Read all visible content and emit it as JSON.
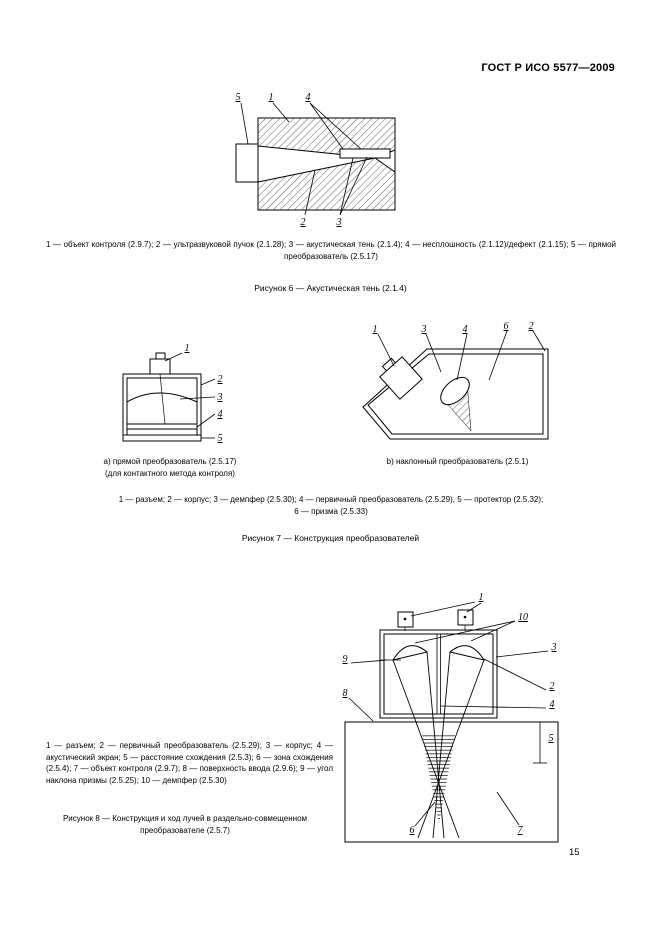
{
  "header": {
    "doc_number": "ГОСТ Р ИСО 5577—2009"
  },
  "figure6": {
    "pos": {
      "p1": "1",
      "p2": "2",
      "p3": "3",
      "p4": "4",
      "p5": "5"
    },
    "legend": "1 — объект контроля (2.9.7); 2 — ультразвуковой пучок (2.1.28); 3 — акустическая тень (2.1.4); 4 — несплошность (2.1.12)/дефект (2.1.15); 5 — прямой преобразователь (2.5.17)",
    "title": "Рисунок 6 — Акустическая тень (2.1.4)"
  },
  "figure7": {
    "pos_a": {
      "p1": "1",
      "p2": "2",
      "p3": "3",
      "p4": "4",
      "p5": "5"
    },
    "pos_b": {
      "p1": "1",
      "p2": "2",
      "p3": "3",
      "p4": "4",
      "p6": "6"
    },
    "caption_a_line1": "а) прямой преобразователь (2.5.17)",
    "caption_a_line2": "(для контактного метода контроля)",
    "caption_b": "b) наклонный преобразователь (2.5.1)",
    "legend_line1": "1 — разъем; 2 — корпус; 3 — демпфер (2.5.30); 4 — первичный преобразователь (2.5.29), 5 — протектор (2.5.32);",
    "legend_line2": "6 — призма (2.5.33)",
    "title": "Рисунок 7 — Конструкция преобразователей"
  },
  "figure8": {
    "pos": {
      "p1": "1",
      "p2": "2",
      "p3": "3",
      "p4": "4",
      "p5": "5",
      "p6": "6",
      "p7": "7",
      "p8": "8",
      "p9": "9",
      "p10": "10"
    },
    "legend": "1 — разъем; 2 — первичный преобразователь (2.5.29); 3 — корпус; 4 — акустический экран; 5 — расстояние схождения (2.5.3); 6 — зона схождения (2.5.4); 7 — объект контроля (2.9.7); 8 — поверхность ввода (2.9.6); 9 — угол наклона призмы (2.5.25); 10 — демпфер (2.5.30)",
    "title": "Рисунок 8 — Конструкция и ход лучей в раздельно-совмещенном преобразователе (2.5.7)"
  },
  "page_number": "15"
}
